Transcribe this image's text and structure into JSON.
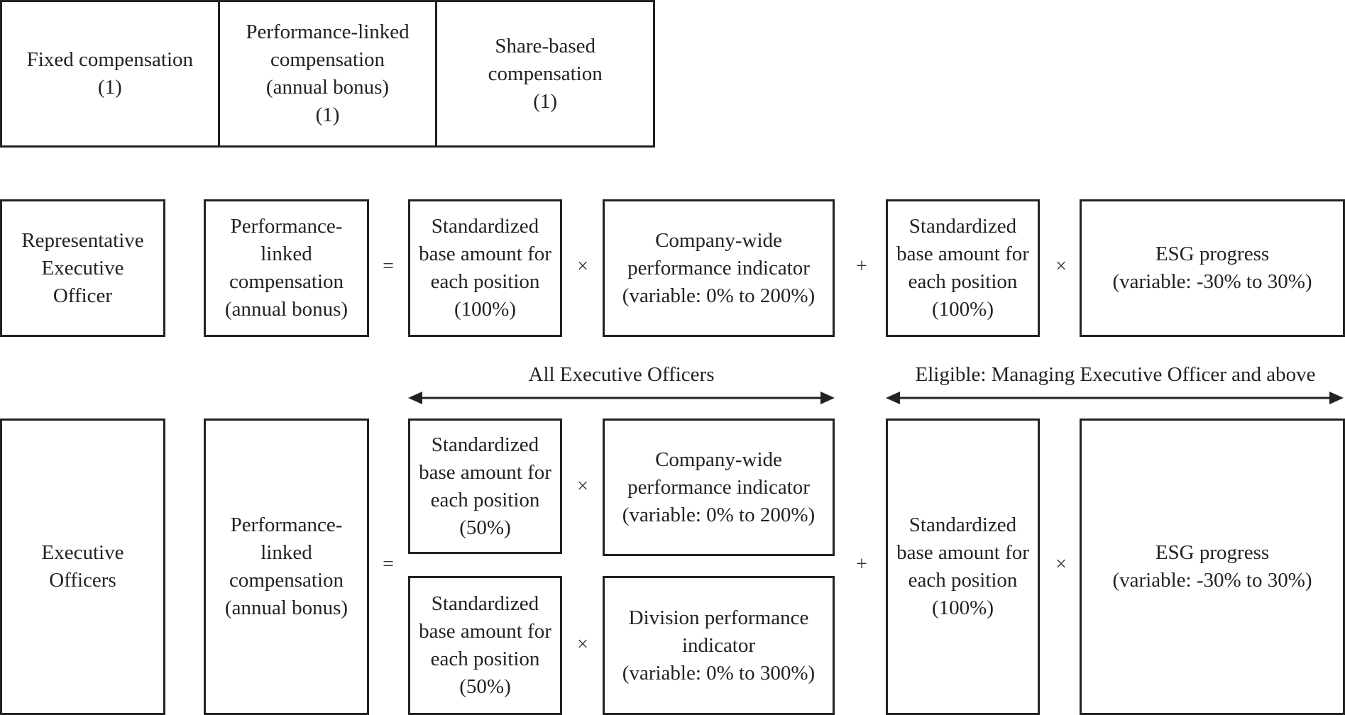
{
  "top_table": {
    "fixed": "Fixed compensation\n(1)",
    "performance": "Performance-linked\ncompensation\n(annual bonus)\n(1)",
    "share": "Share-based\ncompensation\n(1)"
  },
  "rep_row": {
    "role": "Representative\nExecutive\nOfficer",
    "plc": "Performance-\nlinked\ncompensation\n(annual bonus)",
    "base1": "Standardized\nbase amount for\neach position\n(100%)",
    "company": "Company-wide\nperformance indicator\n(variable: 0% to 200%)",
    "base2": "Standardized\nbase amount for\neach position\n(100%)",
    "esg": "ESG progress\n(variable: -30% to 30%)"
  },
  "labels": {
    "all_officers": "All Executive Officers",
    "eligible": "Eligible: Managing Executive Officer and above"
  },
  "exec_row": {
    "role": "Executive\nOfficers",
    "plc": "Performance-\nlinked\ncompensation\n(annual bonus)",
    "base_a": "Standardized\nbase amount for\neach position\n(50%)",
    "company": "Company-wide\nperformance indicator\n(variable: 0% to 200%)",
    "base_b": "Standardized\nbase amount for\neach position\n(50%)",
    "division": "Division performance\nindicator\n(variable: 0% to 300%)",
    "base2": "Standardized\nbase amount for\neach position\n(100%)",
    "esg": "ESG progress\n(variable: -30% to 30%)"
  },
  "operators": {
    "equals": "=",
    "times": "×",
    "plus": "+"
  }
}
